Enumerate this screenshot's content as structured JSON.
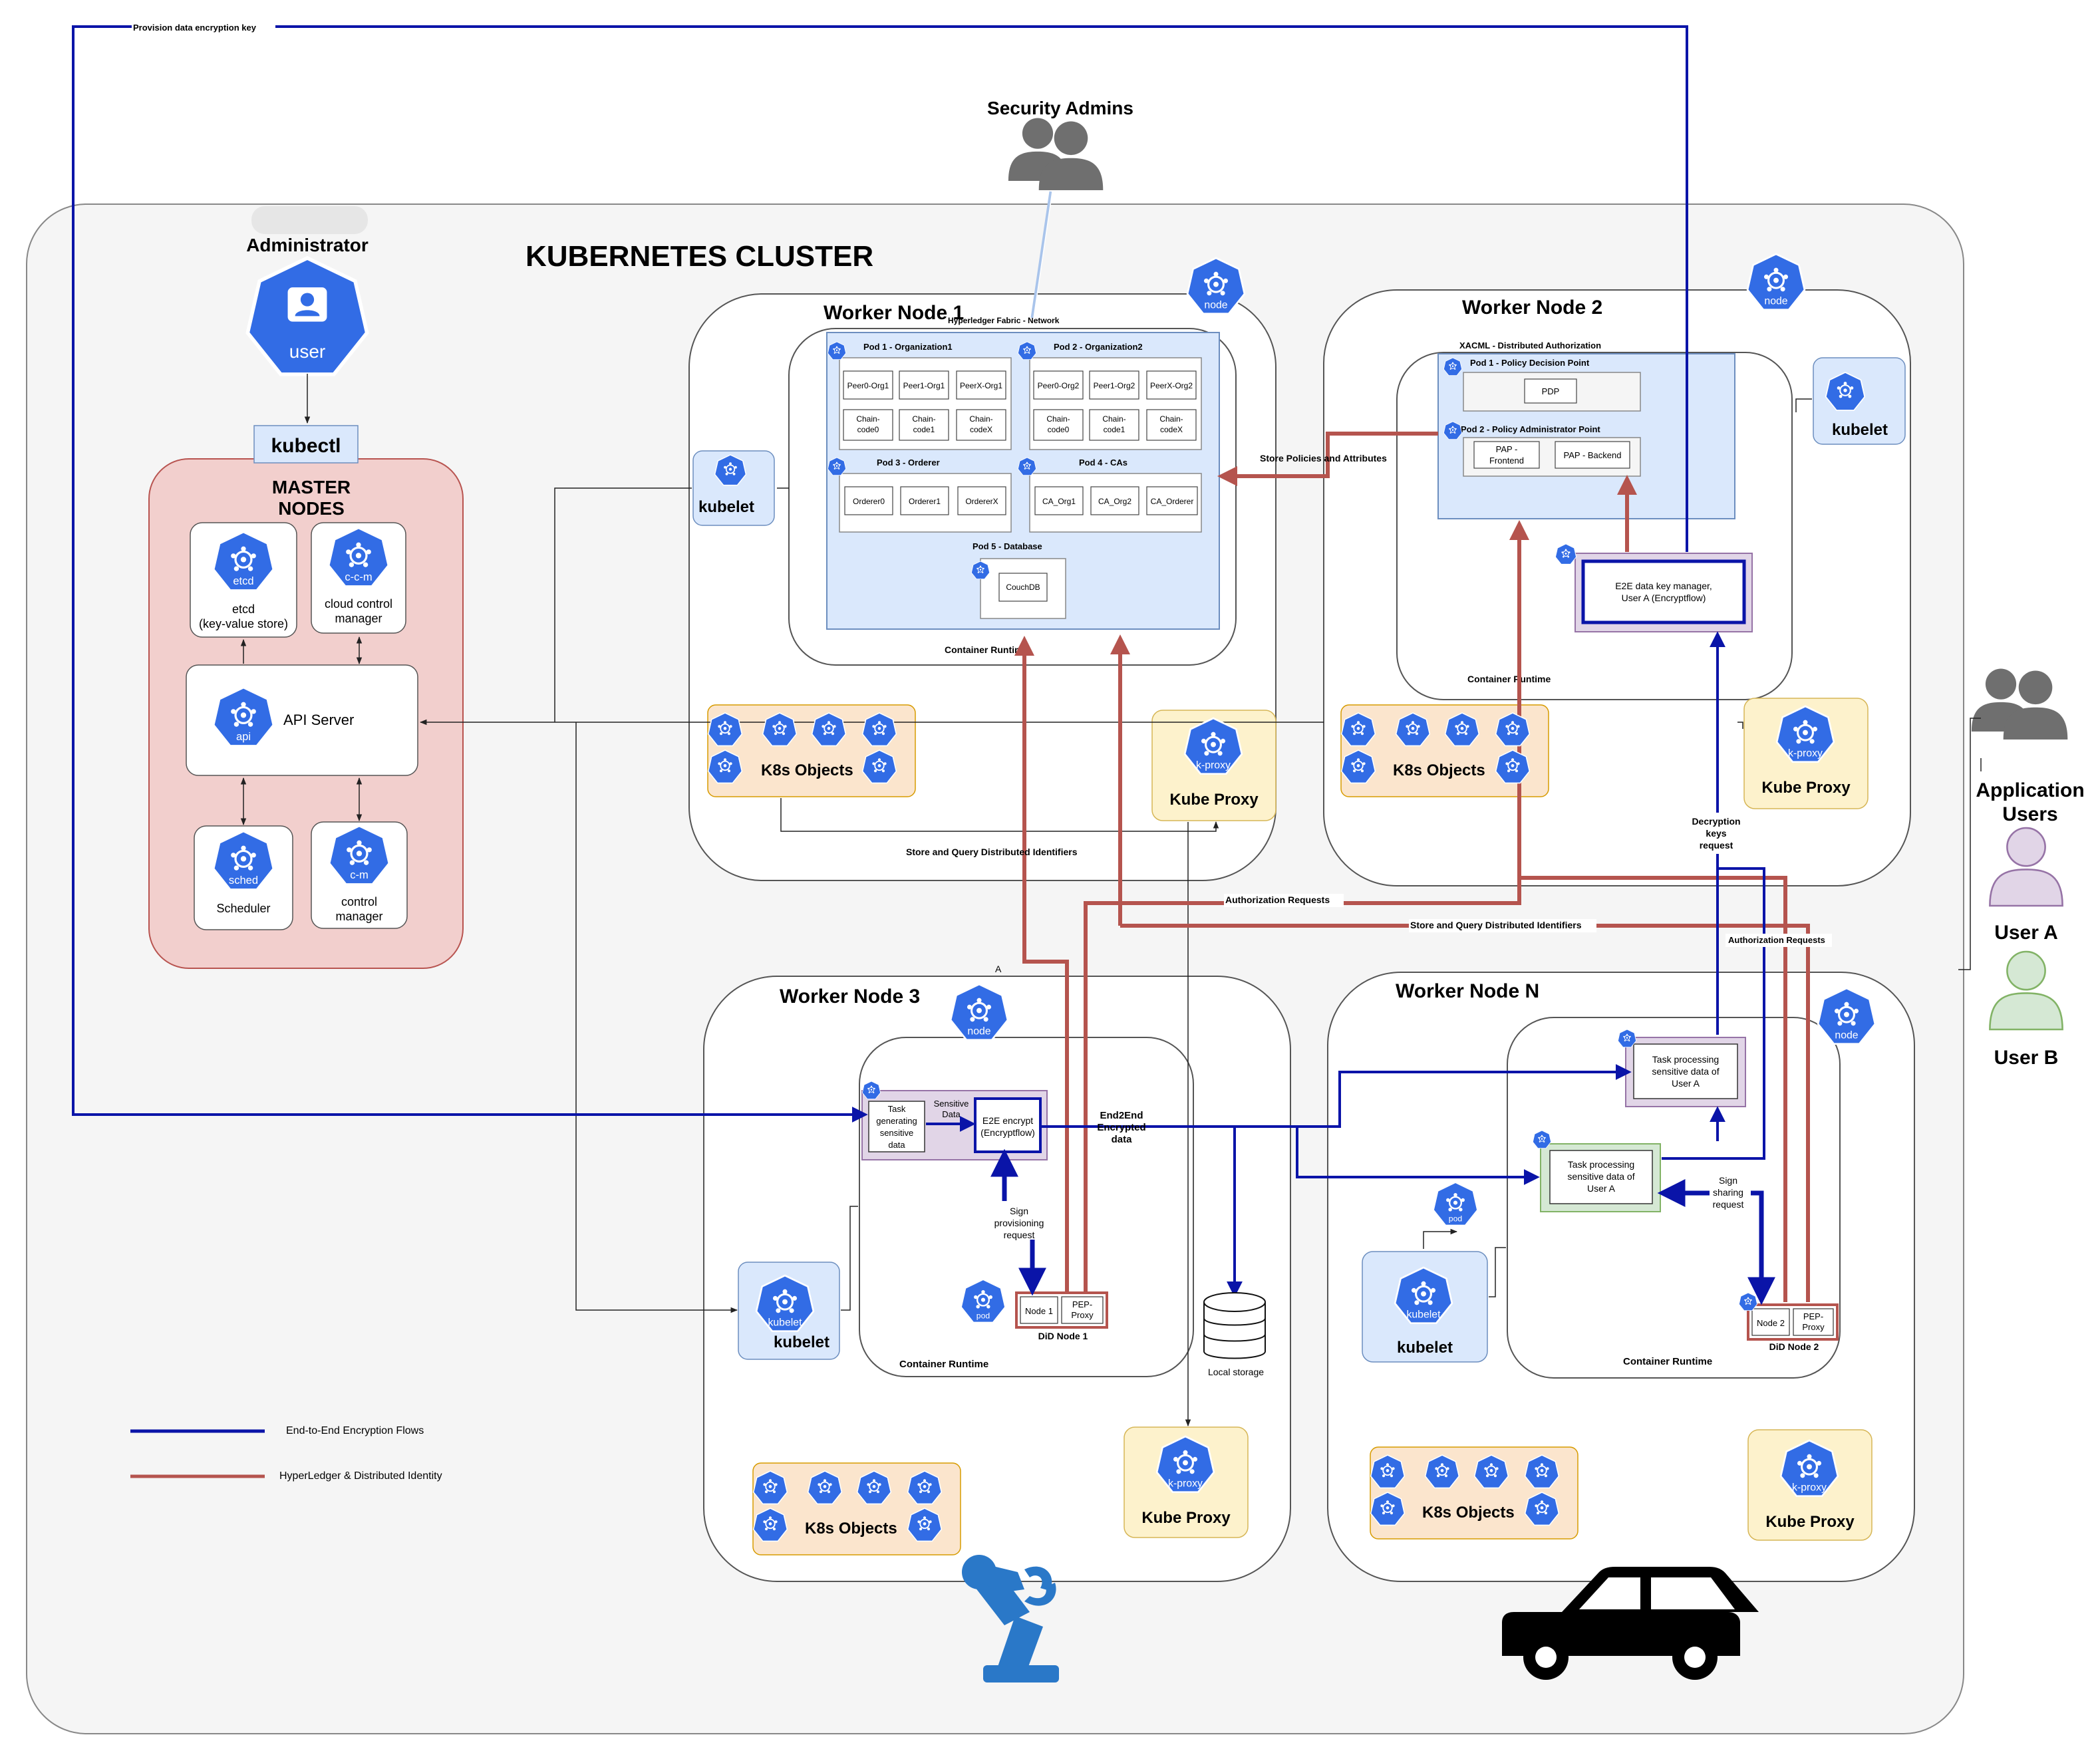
{
  "cluster": {
    "title": "KUBERNETES CLUSTER"
  },
  "security_admins": {
    "label": "Security Admins"
  },
  "administrator": {
    "label": "Administrator",
    "icon_text": "user",
    "kubectl": "kubectl"
  },
  "master": {
    "title_line1": "MASTER",
    "title_line2": "NODES",
    "etcd": {
      "icon": "etcd",
      "line1": "etcd",
      "line2": "(key-value store)"
    },
    "ccm": {
      "icon": "c-c-m",
      "line1": "cloud control",
      "line2": "manager"
    },
    "api": {
      "icon": "api",
      "label": "API Server"
    },
    "scheduler": {
      "icon": "sched",
      "label": "Scheduler"
    },
    "cm": {
      "icon": "c-m",
      "line1": "control",
      "line2": "manager"
    }
  },
  "app_users": {
    "line1": "Application",
    "line2": "Users",
    "user_a": "User A",
    "user_b": "User B"
  },
  "labels": {
    "provision_key": "Provision data encryption key",
    "store_policies": "Store Policies and Attributes",
    "store_query_1": "Store and Query Distributed Identifiers",
    "store_query_2": "Store and Query Distributed Identifiers",
    "authorization_requests_1": "Authorization Requests",
    "authorization_requests_2": "Authorization Requests",
    "decryption_keys": [
      "Decryption",
      "keys",
      "request"
    ],
    "end2end": [
      "End2End",
      "Encrypted",
      "data"
    ],
    "sign_provisioning": [
      "Sign",
      "provisioning",
      "request"
    ],
    "sign_sharing": [
      "Sign",
      "sharing",
      "request"
    ],
    "sensitive_data": [
      "Sensitive",
      "Data"
    ],
    "container_runtime": "Container Runtime",
    "a_marker": "A",
    "local_storage": "Local storage"
  },
  "icons": {
    "node": "node",
    "kubelet": "kubelet",
    "kproxy": "k-proxy",
    "pod": "pod"
  },
  "worker1": {
    "title": "Worker Node 1",
    "fabric": "Hyperledger Fabric - Network",
    "pod1": {
      "title": "Pod 1 - Organization1",
      "peers": [
        "Peer0-Org1",
        "Peer1-Org1",
        "PeerX-Org1"
      ],
      "chain": [
        [
          "Chain-",
          "code0"
        ],
        [
          "Chain-",
          "code1"
        ],
        [
          "Chain-",
          "codeX"
        ]
      ]
    },
    "pod2": {
      "title": "Pod 2 - Organization2",
      "peers": [
        "Peer0-Org2",
        "Peer1-Org2",
        "PeerX-Org2"
      ],
      "chain": [
        [
          "Chain-",
          "code0"
        ],
        [
          "Chain-",
          "code1"
        ],
        [
          "Chain-",
          "codeX"
        ]
      ]
    },
    "pod3": {
      "title": "Pod 3 - Orderer",
      "items": [
        "Orderer0",
        "Orderer1",
        "OrdererX"
      ]
    },
    "pod4": {
      "title": "Pod 4 - CAs",
      "items": [
        "CA_Org1",
        "CA_Org2",
        "CA_Orderer"
      ]
    },
    "pod5": {
      "title": "Pod 5 - Database",
      "item": "CouchDB"
    },
    "kubelet": "kubelet",
    "k8s": "K8s Objects",
    "kube_proxy": "Kube Proxy"
  },
  "worker2": {
    "title": "Worker Node 2",
    "xacml": "XACML - Distributed Authorization",
    "pod1": {
      "title": "Pod 1 - Policy Decision Point",
      "item": "PDP"
    },
    "pod2": {
      "title": "Pod 2 - Policy Administrator Point",
      "frontend": [
        "PAP -",
        "Frontend"
      ],
      "backend": "PAP - Backend"
    },
    "keymgr": [
      "E2E data key manager,",
      "User A (Encryptflow)"
    ],
    "kubelet": "kubelet",
    "k8s": "K8s Objects",
    "kube_proxy": "Kube Proxy"
  },
  "worker3": {
    "title": "Worker Node 3",
    "task": [
      "Task",
      "generating",
      "sensitive",
      "data"
    ],
    "encrypt": [
      "E2E encrypt",
      "(Encryptflow)"
    ],
    "did_node": "Node 1",
    "pep": [
      "PEP-",
      "Proxy"
    ],
    "did_label": "DiD Node 1",
    "kubelet": "kubelet",
    "k8s": "K8s Objects",
    "kube_proxy": "Kube Proxy"
  },
  "workerN": {
    "title": "Worker Node N",
    "task_a": [
      "Task processing",
      "sensitive data of",
      "User A"
    ],
    "task_b": [
      "Task processing",
      "sensitive data of",
      "User A"
    ],
    "did_node": "Node 2",
    "pep": [
      "PEP-",
      "Proxy"
    ],
    "did_label": "DiD Node 2",
    "kubelet": "kubelet",
    "k8s": "K8s Objects",
    "kube_proxy": "Kube Proxy"
  },
  "legend": {
    "e2e": "End-to-End Encryption Flows",
    "hl": "HyperLedger & Distributed Identity"
  },
  "colors": {
    "blue_flow": "#0a14a8",
    "red_flow": "#b5544e",
    "k8s_blue": "#326ce5",
    "pod_fill": "#dae8fc",
    "master_fill": "#f2cfcd",
    "objects_fill": "#fbe5cd",
    "proxy_fill": "#fdf2cc",
    "purple_fill": "#e1d5e7",
    "green_fill": "#d5e8d4"
  }
}
